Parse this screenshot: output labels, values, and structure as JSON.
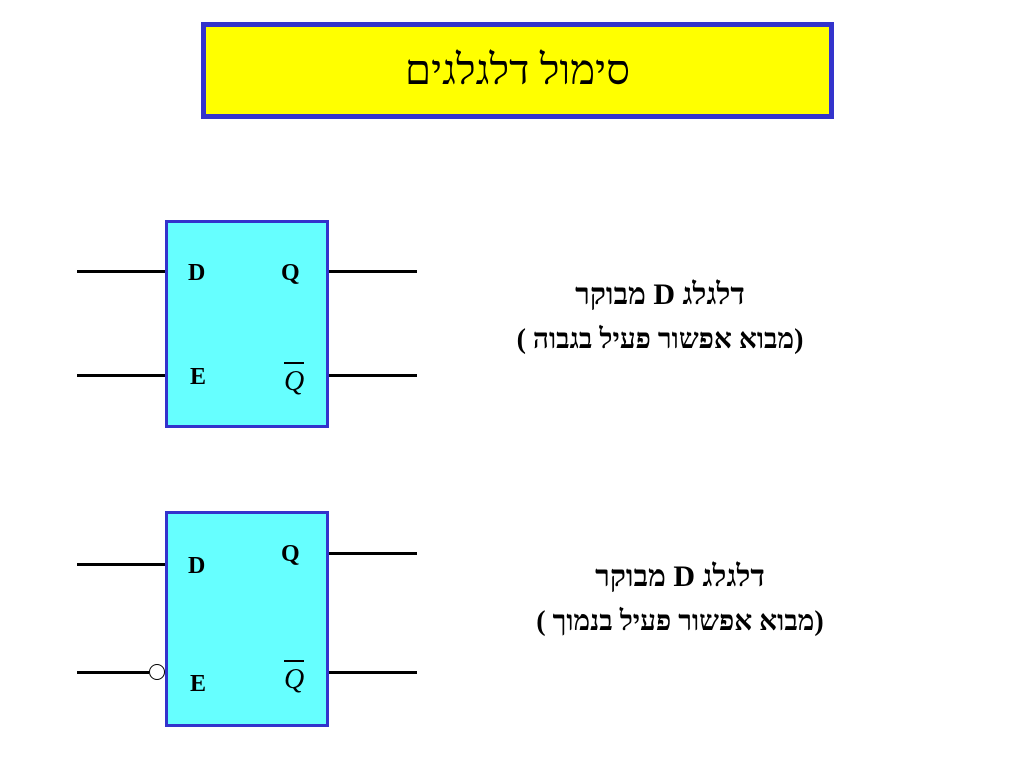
{
  "title": "סימול דלגלגים",
  "flipflops": [
    {
      "pin_d": "D",
      "pin_e": "E",
      "pin_q": "Q",
      "pin_qbar": "Q",
      "caption_line1": "דלגלג D מבוקר",
      "caption_line2": "(מבוא אפשור פעיל בגבוה )"
    },
    {
      "pin_d": "D",
      "pin_e": "E",
      "pin_q": "Q",
      "pin_qbar": "Q",
      "caption_line1": "דלגלג D מבוקר",
      "caption_line2": "(מבוא אפשור פעיל בנמוך )"
    }
  ],
  "colors": {
    "title_bg": "#ffff00",
    "title_border": "#3333cc",
    "block_fill": "#66ffff",
    "block_border": "#3333cc"
  }
}
